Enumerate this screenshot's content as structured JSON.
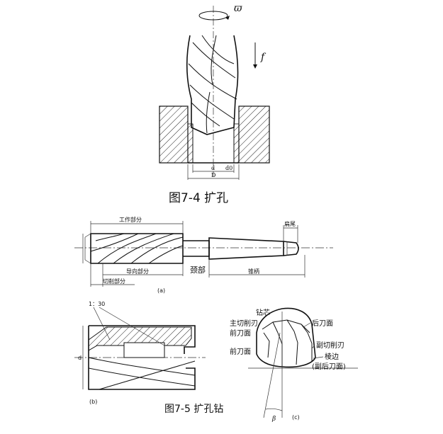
{
  "fig74": {
    "caption": "图7-4 扩孔",
    "omega": "ϖ",
    "feed": "f",
    "d_label": "d",
    "d0_label": "d0",
    "D_label": "D"
  },
  "fig75a": {
    "work_part": "工作部分",
    "flat_tail": "扁尾",
    "guide_part": "导向部分",
    "neck": "颈部",
    "taper_shank": "锥柄",
    "cutting_part": "切削部分",
    "sub_label": "(a)"
  },
  "fig75b": {
    "taper_ratio": "1：30",
    "sub_label": "(b)",
    "d_label": "d"
  },
  "fig75c": {
    "core": "钻芯",
    "main_edge": "主切削刃",
    "rake_face_1": "前刀面",
    "rake_face_2": "前刀面",
    "flank_face": "后刀面",
    "minor_edge": "副切削刃",
    "land": "棱边",
    "minor_flank": "(副后刀面)",
    "beta": "β",
    "sub_label": "(c)"
  },
  "caption2": "图7-5 扩孔钻"
}
